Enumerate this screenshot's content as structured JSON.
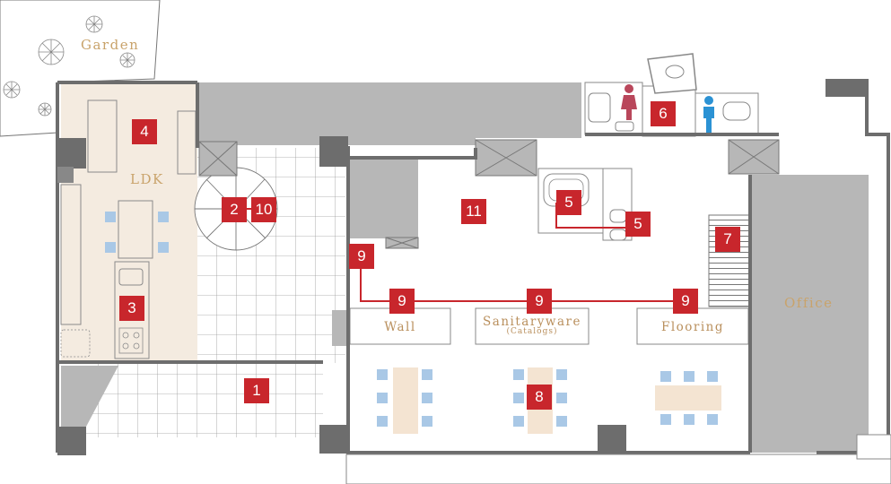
{
  "rooms": {
    "garden": "Garden",
    "ldk": "LDK",
    "office": "Office"
  },
  "displays": {
    "wall": "Wall",
    "sanitaryware": "Sanitaryware",
    "sanitaryware_sub": "(Catalogs)",
    "flooring": "Flooring"
  },
  "markers": [
    "1",
    "2",
    "3",
    "4",
    "5",
    "5",
    "6",
    "7",
    "8",
    "9",
    "9",
    "9",
    "9",
    "10",
    "11"
  ],
  "colors": {
    "wall": "#6d6d6d",
    "shaded": "#b7b7b7",
    "ldk_floor": "#f4ebe0",
    "marker": "#c8262c",
    "label": "#c9a36b",
    "chair": "#a9c8e6",
    "table": "#f4e4d2"
  },
  "icons": [
    "female-restroom-icon",
    "male-restroom-icon"
  ]
}
